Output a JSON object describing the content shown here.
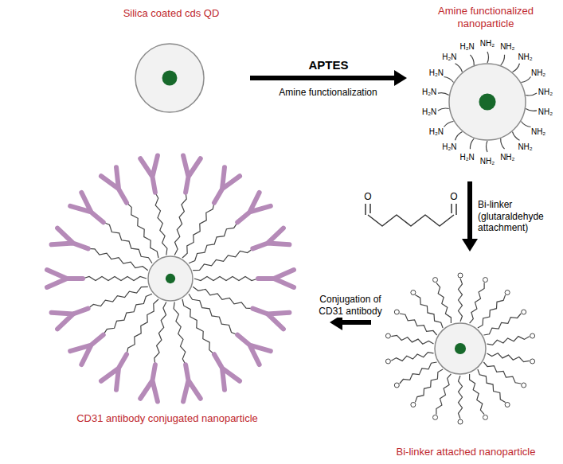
{
  "diagram": {
    "nodes": [
      {
        "text": [
          "Silica coated cds QD"
        ]
      },
      {
        "text": [
          "Amine functionalized nanoparticle"
        ]
      },
      {
        "text": [
          "CD31 antibody conjugated nanoparticle"
        ]
      },
      {
        "text": [
          "Bi-linker attached nanoparticle"
        ]
      }
    ],
    "edges": [
      {
        "from": 0,
        "to": 1,
        "arrow": "to",
        "label": "APTES"
      },
      {
        "from": 1,
        "to": 3,
        "arrow": "to",
        "label": "Bi-linker (glutaraldehyde attachment)"
      },
      {
        "from": 3,
        "to": 2,
        "arrow": "to",
        "label": "Conjugation of CD31 antibody"
      }
    ],
    "labels": [
      "Amine functionalization",
      "O",
      "O",
      "NH₂",
      "NH₂",
      "NH₂",
      "NH₂",
      "NH₂",
      "NH₂",
      "NH₂",
      "NH₂",
      "NH₂",
      "NH₂",
      "H₂N",
      "H₂N",
      "H₂N",
      "H₂N",
      "H₂N",
      "H₂N",
      "H₂N",
      "H₂N"
    ]
  }
}
